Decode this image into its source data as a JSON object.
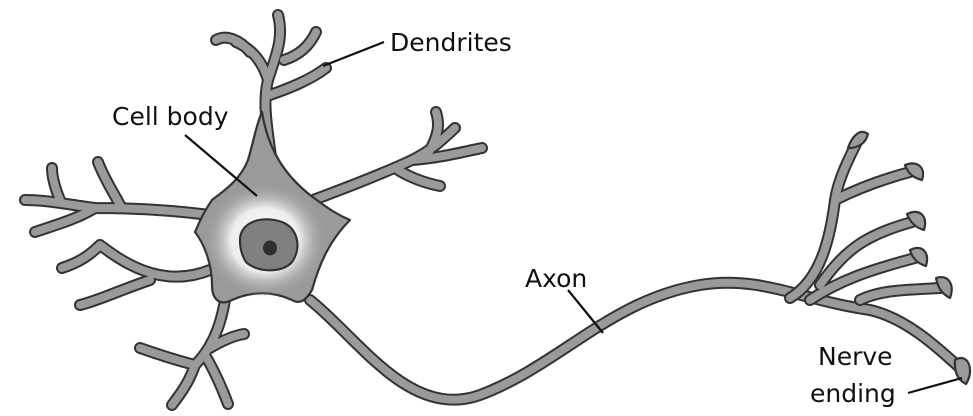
{
  "diagram": {
    "labels": {
      "dendrites": "Dendrites",
      "cell_body": "Cell body",
      "axon": "Axon",
      "nerve_ending_line1": "Nerve",
      "nerve_ending_line2": "ending"
    },
    "colors": {
      "membrane": "#9a9a9a",
      "outline": "#333333",
      "nucleus": "#808080",
      "nucleolus": "#2e2e2e",
      "glow": "#ffffff"
    }
  }
}
